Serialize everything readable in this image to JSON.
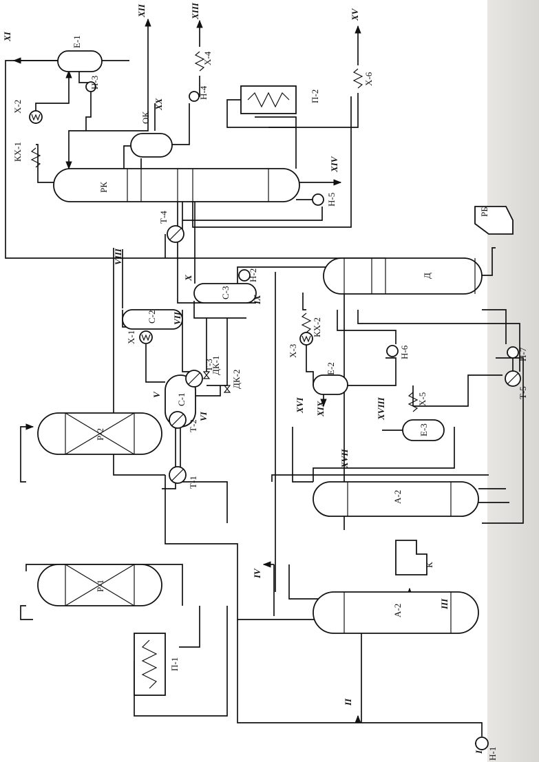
{
  "labels": {
    "e1": "Е-1",
    "n3": "Н-3",
    "x2": "Х-2",
    "kx1": "КХ-1",
    "ok": "ОК",
    "n4": "Н-4",
    "x4": "Х-4",
    "p2": "П-2",
    "x6": "Х-6",
    "rk": "РК",
    "n5": "Н-5",
    "t4": "Т-4",
    "c3": "С-3",
    "n2": "Н-2",
    "dk1": "ДК-1",
    "dk2": "ДК-2",
    "c2": "С-2",
    "x1": "Х-1",
    "c1": "С-1",
    "t3": "Т-3",
    "t2": "Т-2",
    "t1": "Т-1",
    "r2": "Р-2",
    "r1": "Р-1",
    "p1": "П-1",
    "n1": "Н-1",
    "k": "К",
    "a2top": "А-2",
    "a2bot": "А-2",
    "kx2": "КХ-2",
    "x3": "Х-3",
    "e2": "Е-2",
    "n6": "Н-6",
    "d": "Д",
    "rb": "РБ",
    "n7": "Н-7",
    "t5": "Т-5",
    "x5": "Х-5",
    "e3": "Е-3"
  },
  "streams": {
    "s1": "I",
    "s2": "II",
    "s3": "III",
    "s4": "IV",
    "s5": "V",
    "s6": "VI",
    "s7": "VII",
    "s8": "VIII",
    "s9": "IX",
    "s10": "X",
    "s11": "XI",
    "s12": "XII",
    "s13": "XIII",
    "s14": "XIV",
    "s15": "XV",
    "s16": "XVI",
    "s17": "XVII",
    "s18": "XVIII",
    "s19": "XIX",
    "s20": "XX"
  }
}
